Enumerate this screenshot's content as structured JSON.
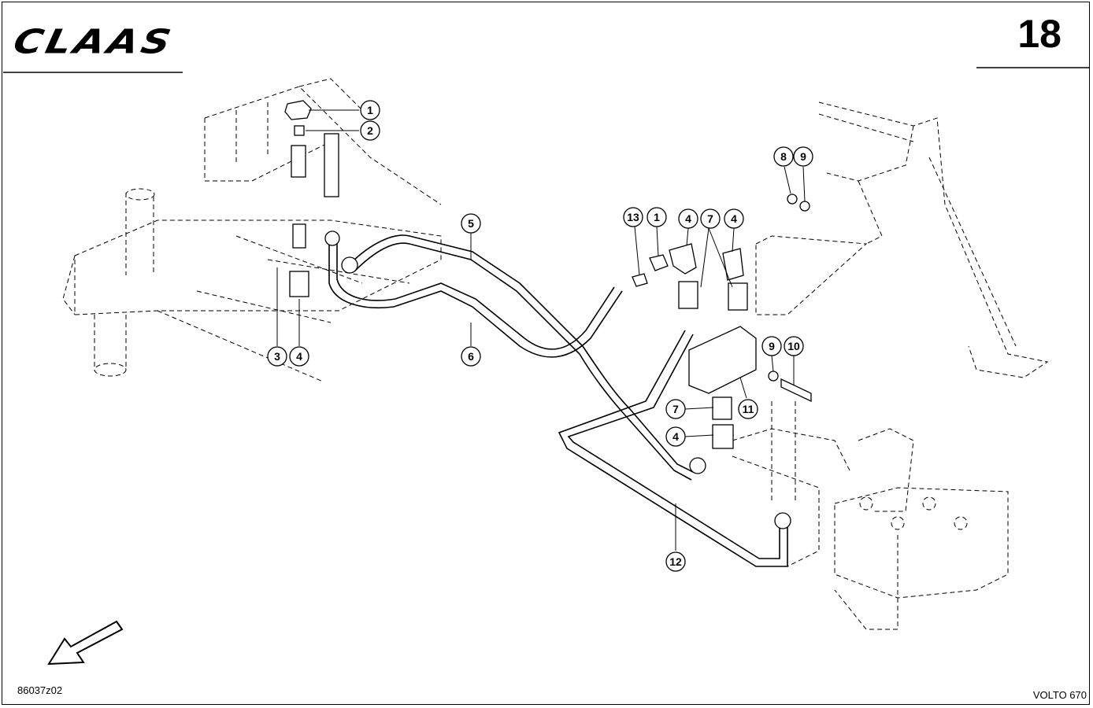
{
  "header": {
    "brand": "CLAAS",
    "page_number": "18"
  },
  "footer": {
    "drawing_number": "86037z02",
    "model": "VOLTO 670"
  },
  "callouts": [
    {
      "label": "1"
    },
    {
      "label": "2"
    },
    {
      "label": "3"
    },
    {
      "label": "4"
    },
    {
      "label": "5"
    },
    {
      "label": "6"
    },
    {
      "label": "13"
    },
    {
      "label": "1"
    },
    {
      "label": "4"
    },
    {
      "label": "7"
    },
    {
      "label": "4"
    },
    {
      "label": "8"
    },
    {
      "label": "9"
    },
    {
      "label": "9"
    },
    {
      "label": "10"
    },
    {
      "label": "7"
    },
    {
      "label": "11"
    },
    {
      "label": "4"
    },
    {
      "label": "12"
    }
  ],
  "icons": {
    "direction_arrow": "arrow-down-left-icon"
  }
}
